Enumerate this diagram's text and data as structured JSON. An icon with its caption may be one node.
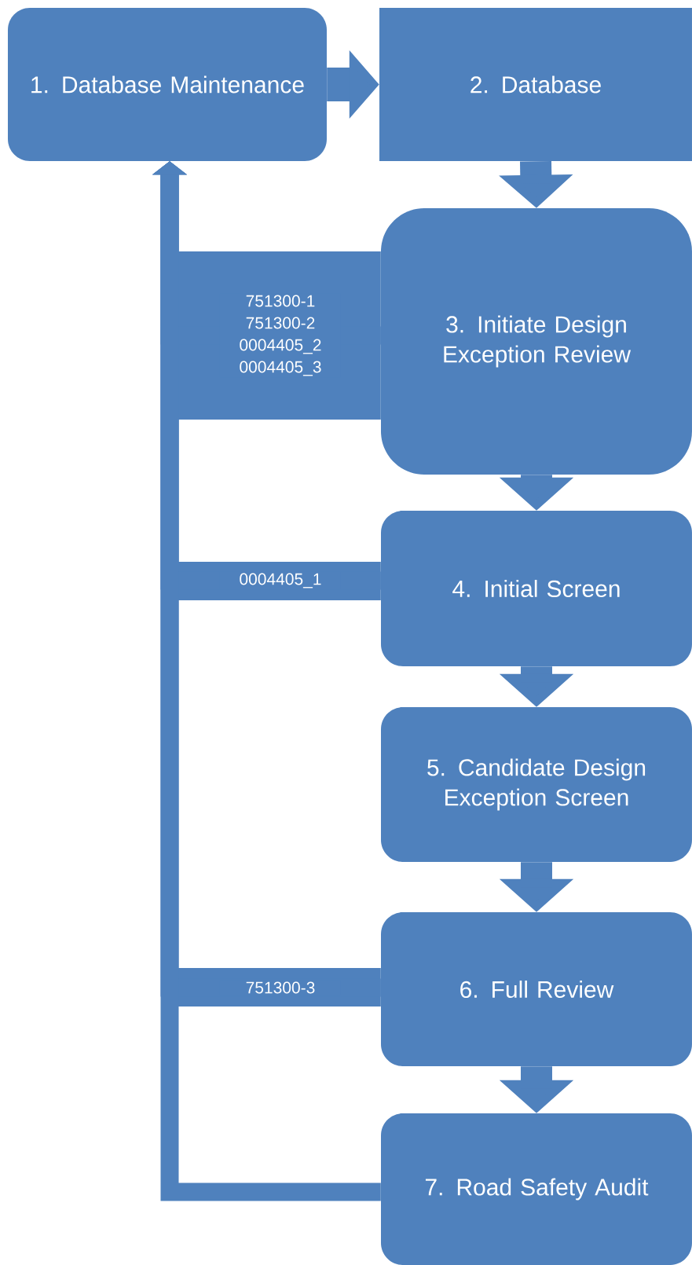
{
  "diagram": {
    "nodes": [
      {
        "text": [
          "1. Database Maintenance"
        ]
      },
      {
        "text": [
          "2. Database"
        ]
      },
      {
        "text": [
          "3. Initiate Design Exception Review"
        ]
      },
      {
        "text": [
          "4. Initial Screen"
        ]
      },
      {
        "text": [
          "5. Candidate Design Exception Screen"
        ]
      },
      {
        "text": [
          "6. Full Review"
        ]
      },
      {
        "text": [
          "7. Road Safety Audit"
        ]
      }
    ],
    "edges": [
      {
        "from": 0,
        "to": 1,
        "arrow": "to"
      },
      {
        "from": 1,
        "to": 2,
        "arrow": "to"
      },
      {
        "from": 2,
        "to": 3,
        "arrow": "to"
      },
      {
        "from": 3,
        "to": 4,
        "arrow": "to"
      },
      {
        "from": 4,
        "to": 5,
        "arrow": "to"
      },
      {
        "from": 5,
        "to": 6,
        "arrow": "to"
      },
      {
        "from": 2,
        "to": 0,
        "arrow": "to",
        "label": "751300-1 751300-2 0004405_2 0004405_3"
      },
      {
        "from": 3,
        "to": 0,
        "arrow": "to",
        "label": "0004405_1"
      },
      {
        "from": 5,
        "to": 0,
        "arrow": "to",
        "label": "751300-3"
      },
      {
        "from": 6,
        "to": 0,
        "arrow": "to"
      }
    ]
  }
}
